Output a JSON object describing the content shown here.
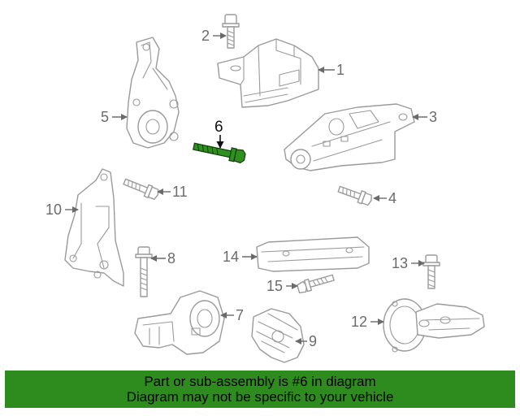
{
  "callouts": {
    "c1": "1",
    "c2": "2",
    "c3": "3",
    "c4": "4",
    "c5": "5",
    "c6": "6",
    "c7": "7",
    "c8": "8",
    "c9": "9",
    "c10": "10",
    "c11": "11",
    "c12": "12",
    "c13": "13",
    "c14": "14",
    "c15": "15"
  },
  "highlighted_part": "6",
  "colors": {
    "banner": "#2e8b1e",
    "highlight_part": "#2f8f1f",
    "outline": "#9a9a9a",
    "callout": "#6b6b6b"
  },
  "banner": {
    "line1": "Part or sub-assembly is #6 in diagram",
    "line2": "Diagram may not be specific to your vehicle"
  }
}
